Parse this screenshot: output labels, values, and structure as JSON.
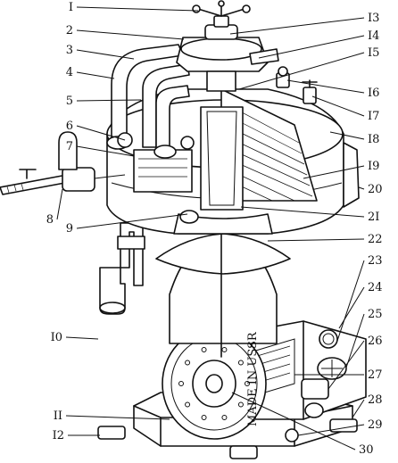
{
  "labels_left": [
    "I",
    "2",
    "3",
    "4",
    "5",
    "6",
    "7",
    "8",
    "9",
    "I0",
    "II",
    "I2"
  ],
  "labels_right": [
    "I3",
    "I4",
    "I5",
    "I6",
    "I7",
    "I8",
    "I9",
    "20",
    "2I",
    "22",
    "23",
    "24",
    "25",
    "26",
    "27",
    "28",
    "29",
    "30"
  ],
  "plate_text": "MADE IN USSR"
}
